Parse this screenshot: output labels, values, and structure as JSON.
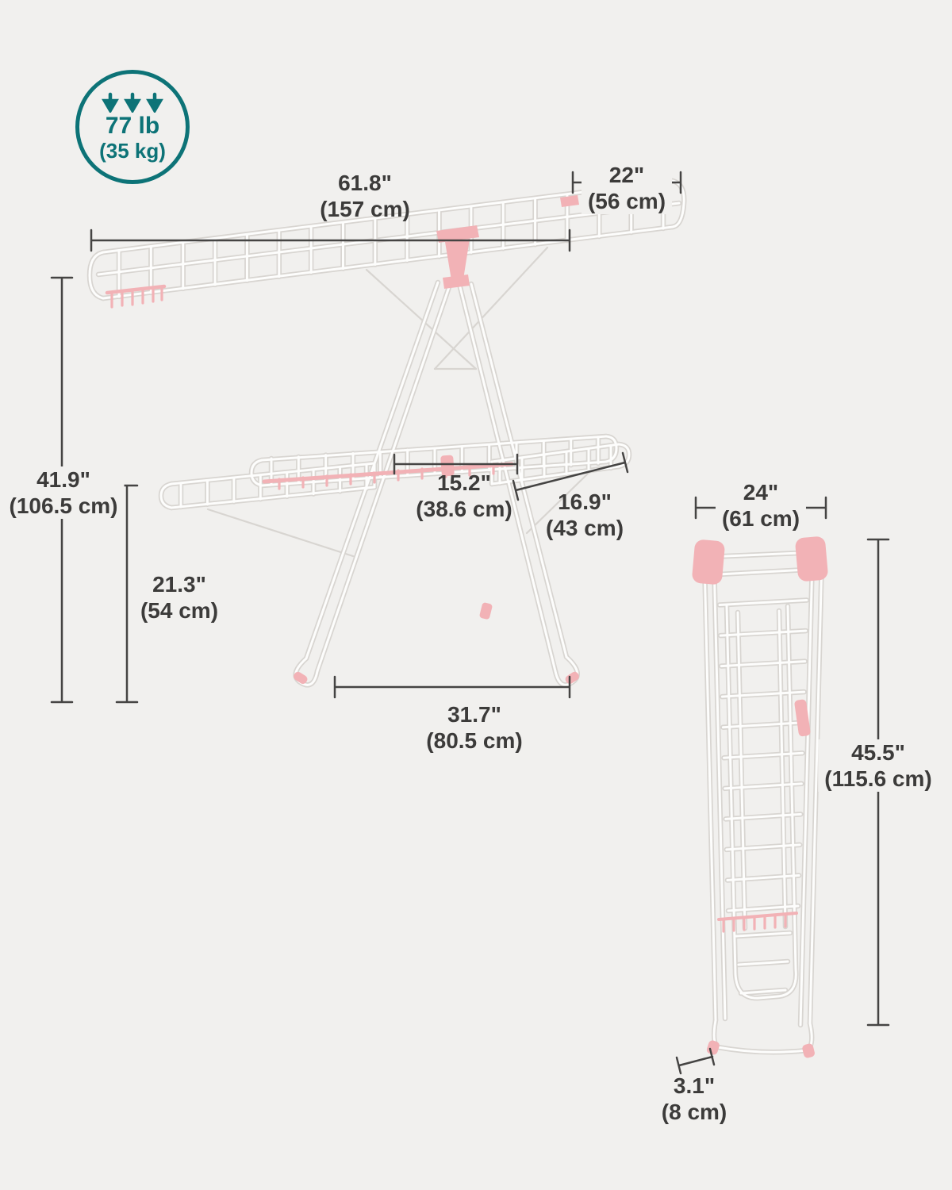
{
  "badge": {
    "value": "77 lb",
    "metric": "(35 kg)"
  },
  "dimensions": {
    "top_width": {
      "value": "61.8\"",
      "metric": "(157 cm)"
    },
    "wing_depth": {
      "value": "22\"",
      "metric": "(56 cm)"
    },
    "total_height": {
      "value": "41.9\"",
      "metric": "(106.5 cm)"
    },
    "leg_height": {
      "value": "21.3\"",
      "metric": "(54 cm)"
    },
    "shelf_width": {
      "value": "15.2\"",
      "metric": "(38.6 cm)"
    },
    "lower_wing_depth": {
      "value": "16.9\"",
      "metric": "(43 cm)"
    },
    "base_width": {
      "value": "31.7\"",
      "metric": "(80.5 cm)"
    },
    "folded_width": {
      "value": "24\"",
      "metric": "(61 cm)"
    },
    "folded_height": {
      "value": "45.5\"",
      "metric": "(115.6 cm)"
    },
    "folded_depth": {
      "value": "3.1\"",
      "metric": "(8 cm)"
    }
  },
  "colors": {
    "teal": "#0d7377",
    "pink": "#f2b2b6",
    "rack_outline": "#d8d5d1",
    "rack_core": "#fdfdfc",
    "dim_line": "#454443",
    "text": "#3c3b3a",
    "background": "#f1f0ee"
  }
}
